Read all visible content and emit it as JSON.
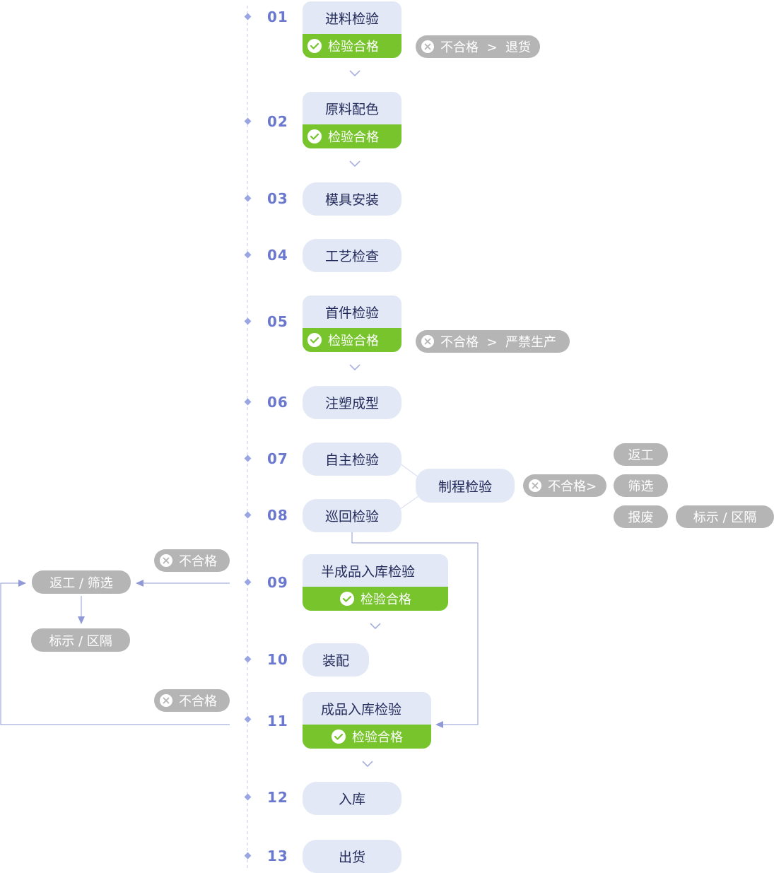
{
  "steps": [
    {
      "num": "01",
      "name": "进料检验",
      "pass": "检验合格",
      "fail": "不合格  >  退货"
    },
    {
      "num": "02",
      "name": "原料配色",
      "pass": "检验合格"
    },
    {
      "num": "03",
      "name": "模具安装"
    },
    {
      "num": "04",
      "name": "工艺检查"
    },
    {
      "num": "05",
      "name": "首件检验",
      "pass": "检验合格",
      "fail": "不合格  >  严禁生产"
    },
    {
      "num": "06",
      "name": "注塑成型"
    },
    {
      "num": "07",
      "name": "自主检验"
    },
    {
      "num": "08",
      "name": "巡回检验"
    },
    {
      "num": "09",
      "name": "半成品入库检验",
      "pass": "检验合格"
    },
    {
      "num": "10",
      "name": "装配"
    },
    {
      "num": "11",
      "name": "成品入库检验",
      "pass": "检验合格"
    },
    {
      "num": "12",
      "name": "入库"
    },
    {
      "num": "13",
      "name": "出货"
    }
  ],
  "process_inspection": {
    "name": "制程检验",
    "fail": "不合格>",
    "outcomes": [
      "返工",
      "筛选",
      "报废"
    ],
    "mark": "标示 / 区隔"
  },
  "left_branch": {
    "fail_09": "不合格",
    "fail_11": "不合格",
    "rework": "返工 / 筛选",
    "mark": "标示 / 区隔"
  },
  "colors": {
    "step_number": "#6a78cf",
    "box_fill": "#e3e8f6",
    "pass_green": "#77c42c",
    "fail_gray": "#b5b5b5",
    "line": "#8f9ad6"
  }
}
